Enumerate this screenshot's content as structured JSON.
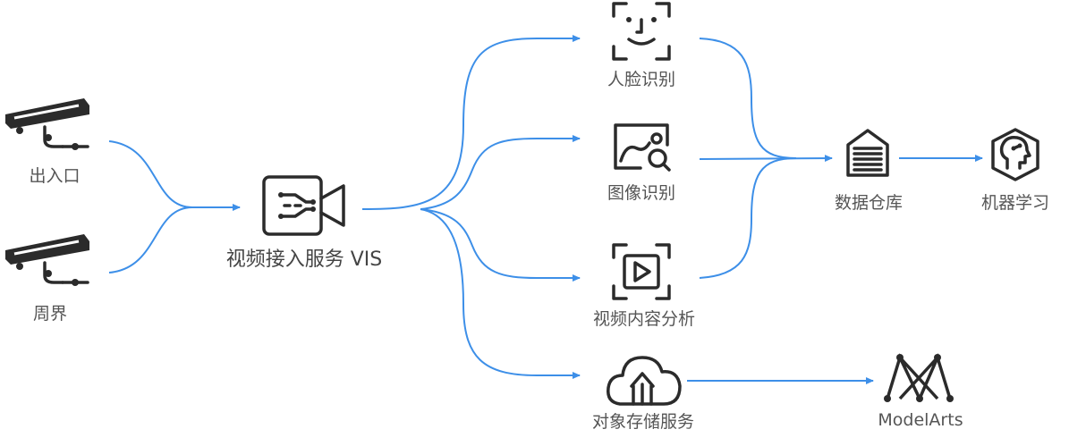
{
  "nodes": {
    "entrance": "出入口",
    "perimeter": "周界",
    "vis": "视频接入服务 VIS",
    "face": "人脸识别",
    "image": "图像识别",
    "video_analysis": "视频内容分析",
    "obs": "对象存储服务",
    "warehouse": "数据仓库",
    "ml": "机器学习",
    "modelarts": "ModelArts"
  },
  "colors": {
    "flow": "#3d8fe8",
    "icon": "#2b2b2b",
    "text": "#555555"
  },
  "icons": [
    "camera-icon",
    "video-camera-icon",
    "face-recognition-icon",
    "image-search-icon",
    "video-play-icon",
    "cloud-upload-icon",
    "warehouse-icon",
    "ai-head-icon",
    "modelarts-icon"
  ]
}
